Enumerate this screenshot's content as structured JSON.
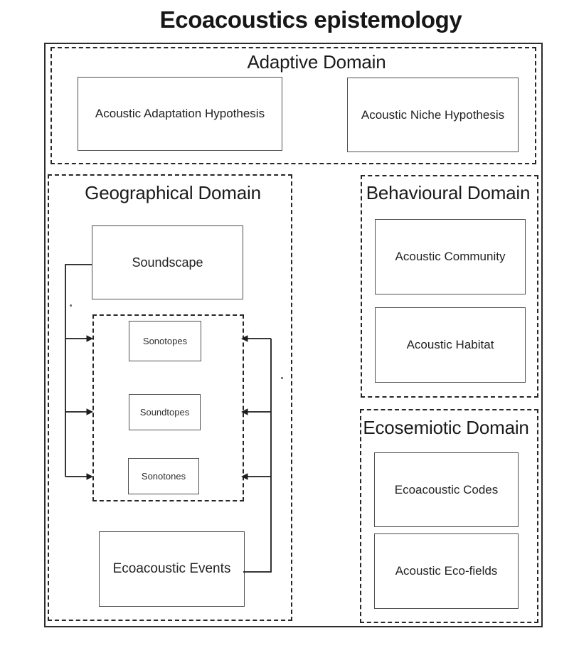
{
  "figure": {
    "title": "Ecoacoustics epistemology"
  },
  "domains": {
    "adaptive": {
      "title": "Adaptive Domain",
      "boxes": {
        "adaptation": "Acoustic Adaptation Hypothesis",
        "niche": "Acoustic Niche Hypothesis"
      }
    },
    "geographical": {
      "title": "Geographical Domain",
      "boxes": {
        "soundscape": "Soundscape",
        "sonotopes": "Sonotopes",
        "soundtopes": "Soundtopes",
        "sonotones": "Sonotones",
        "events": "Ecoacoustic Events"
      }
    },
    "behavioural": {
      "title": "Behavioural Domain",
      "boxes": {
        "community": "Acoustic Community",
        "habitat": "Acoustic Habitat"
      }
    },
    "ecosemiotic": {
      "title": "Ecosemiotic Domain",
      "boxes": {
        "codes": "Ecoacoustic Codes",
        "ecofields": "Acoustic Eco-fields"
      }
    }
  },
  "colors": {
    "ink": "#1d1d1d",
    "line": "#1d1d1d",
    "node_border": "#4f4f4f",
    "frame_border": "#2c2c2c",
    "background": "#ffffff"
  }
}
